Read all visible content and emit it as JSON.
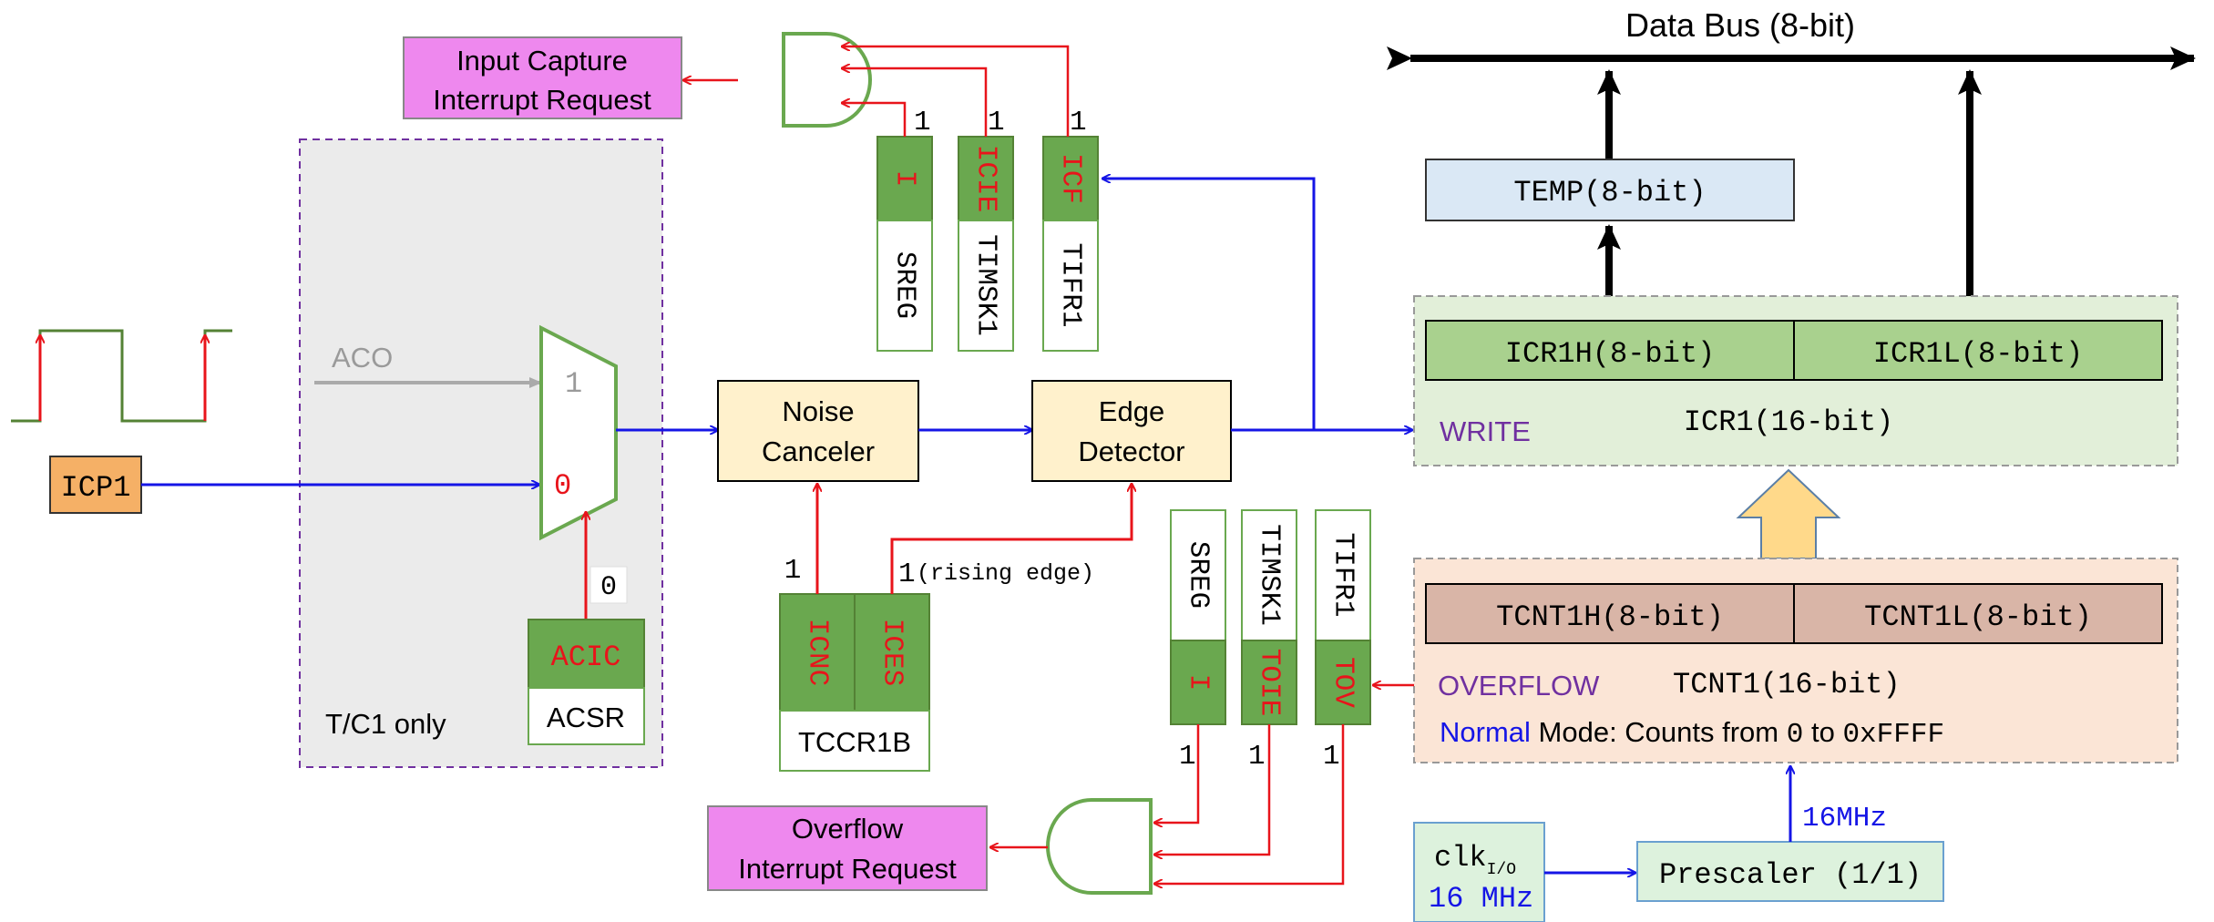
{
  "colors": {
    "red": "#e8141b",
    "blue": "#1515e6",
    "green_fill": "#6aa84f",
    "green_stroke": "#548235",
    "pink": "#ee88ee",
    "orange": "#f5b066",
    "cream": "#fff1cc",
    "light_green": "#a9d18e",
    "rose": "#d9b5a7",
    "peach": "#fbe5d6",
    "pale_green": "#e2efd9",
    "light_blue": "#dae8f5",
    "grey": "#ebebeb",
    "purple": "#7030a0",
    "arrow_yellow": "#ffd98a"
  },
  "data_bus": {
    "label": "Data Bus (8-bit)"
  },
  "temp": {
    "label": "TEMP(8-bit)"
  },
  "icr1": {
    "high": "ICR1H(8-bit)",
    "low": "ICR1L(8-bit)",
    "write": "WRITE",
    "label": "ICR1(16-bit)"
  },
  "tcnt1": {
    "high": "TCNT1H(8-bit)",
    "low": "TCNT1L(8-bit)",
    "overflow": "OVERFLOW",
    "label": "TCNT1(16-bit)",
    "mode_prefix": "Normal",
    "mode_rest": " Mode: Counts from ",
    "mode_from": "0",
    "mode_mid": " to ",
    "mode_to": "0xFFFF"
  },
  "clock": {
    "name": "clk",
    "subscript": "I/O",
    "freq": "16 MHz",
    "prescaler": "Prescaler (1/1)",
    "out_freq": "16MHz"
  },
  "icp1": {
    "label": "ICP1"
  },
  "mux": {
    "aco": "ACO",
    "input1": "1",
    "input0": "0",
    "select_value": "0",
    "acic_bit": "ACIC",
    "acsr": "ACSR",
    "note": "T/C1 only"
  },
  "noise": {
    "line1": "Noise",
    "line2": "Canceler"
  },
  "edge": {
    "line1": "Edge",
    "line2": "Detector"
  },
  "tccr1b": {
    "icnc": "ICNC",
    "ices": "ICES",
    "reg": "TCCR1B",
    "icnc_value": "1",
    "ices_value": "1",
    "ices_note": "(rising edge)"
  },
  "capture_regs": [
    {
      "bit": "I",
      "reg": "SREG",
      "value": "1"
    },
    {
      "bit": "ICIE",
      "reg": "TIMSK1",
      "value": "1"
    },
    {
      "bit": "ICF",
      "reg": "TIFR1",
      "value": "1"
    }
  ],
  "overflow_regs": [
    {
      "bit": "I",
      "reg": "SREG",
      "value": "1"
    },
    {
      "bit": "TOIE",
      "reg": "TIMSK1",
      "value": "1"
    },
    {
      "bit": "TOV",
      "reg": "TIFR1",
      "value": "1"
    }
  ],
  "capture_irq": {
    "line1": "Input Capture",
    "line2": "Interrupt Request"
  },
  "overflow_irq": {
    "line1": "Overflow",
    "line2": "Interrupt Request"
  }
}
